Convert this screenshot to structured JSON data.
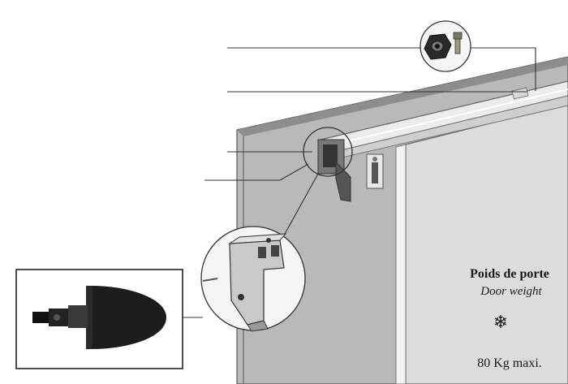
{
  "door_weight": {
    "label_fr": "Poids de porte",
    "label_en": "Door weight",
    "icon": "snowflake-icon",
    "icon_glyph": "❄",
    "max_value": "80 Kg maxi."
  },
  "colors": {
    "panel": "#b3b3b3",
    "panel_edge": "#8a8a8a",
    "door": "#dcdcdc",
    "rail": "#e6e6e6",
    "line": "#333333",
    "stopper": "#1c1c1c"
  }
}
